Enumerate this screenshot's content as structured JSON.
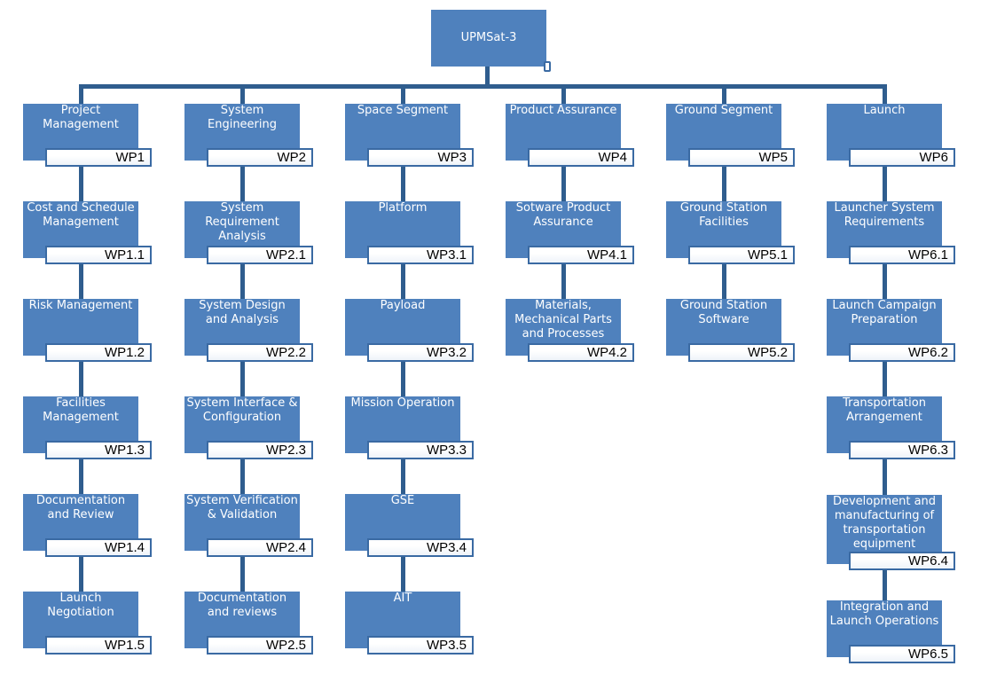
{
  "root": {
    "label": "UPMSat-3"
  },
  "columns": [
    {
      "key": "col1",
      "label": "Project Management",
      "wp": "WP1",
      "children": [
        {
          "label": "Cost and Schedule Management",
          "wp": "WP1.1"
        },
        {
          "label": "Risk Management",
          "wp": "WP1.2"
        },
        {
          "label": "Facilities Management",
          "wp": "WP1.3"
        },
        {
          "label": "Documentation and Review",
          "wp": "WP1.4"
        },
        {
          "label": "Launch Negotiation",
          "wp": "WP1.5"
        }
      ]
    },
    {
      "key": "col2",
      "label": "System Engineering",
      "wp": "WP2",
      "children": [
        {
          "label": "System Requirement Analysis",
          "wp": "WP2.1"
        },
        {
          "label": "System Design and Analysis",
          "wp": "WP2.2"
        },
        {
          "label": "System Interface & Configuration",
          "wp": "WP2.3"
        },
        {
          "label": "System Verification & Validation",
          "wp": "WP2.4"
        },
        {
          "label": "Documentation and reviews",
          "wp": "WP2.5"
        }
      ]
    },
    {
      "key": "col3",
      "label": "Space Segment",
      "wp": "WP3",
      "children": [
        {
          "label": "Platform",
          "wp": "WP3.1"
        },
        {
          "label": "Payload",
          "wp": "WP3.2"
        },
        {
          "label": "Mission Operation",
          "wp": "WP3.3"
        },
        {
          "label": "GSE",
          "wp": "WP3.4"
        },
        {
          "label": "AIT",
          "wp": "WP3.5"
        }
      ]
    },
    {
      "key": "col4",
      "label": "Product Assurance",
      "wp": "WP4",
      "children": [
        {
          "label": "Sotware Product Assurance",
          "wp": "WP4.1"
        },
        {
          "label": "Materials, Mechanical Parts and Processes",
          "wp": "WP4.2"
        }
      ]
    },
    {
      "key": "col5",
      "label": "Ground Segment",
      "wp": "WP5",
      "children": [
        {
          "label": "Ground Station Facilities",
          "wp": "WP5.1"
        },
        {
          "label": "Ground Station Software",
          "wp": "WP5.2"
        }
      ]
    },
    {
      "key": "col6",
      "label": "Launch",
      "wp": "WP6",
      "children": [
        {
          "label": "Launcher System Requirements",
          "wp": "WP6.1"
        },
        {
          "label": "Launch Campaign Preparation",
          "wp": "WP6.2"
        },
        {
          "label": "Transportation Arrangement",
          "wp": "WP6.3"
        },
        {
          "label": "Development and manufacturing of transportation equipment",
          "wp": "WP6.4"
        },
        {
          "label": "Integration and Launch Operations",
          "wp": "WP6.5"
        }
      ]
    }
  ]
}
